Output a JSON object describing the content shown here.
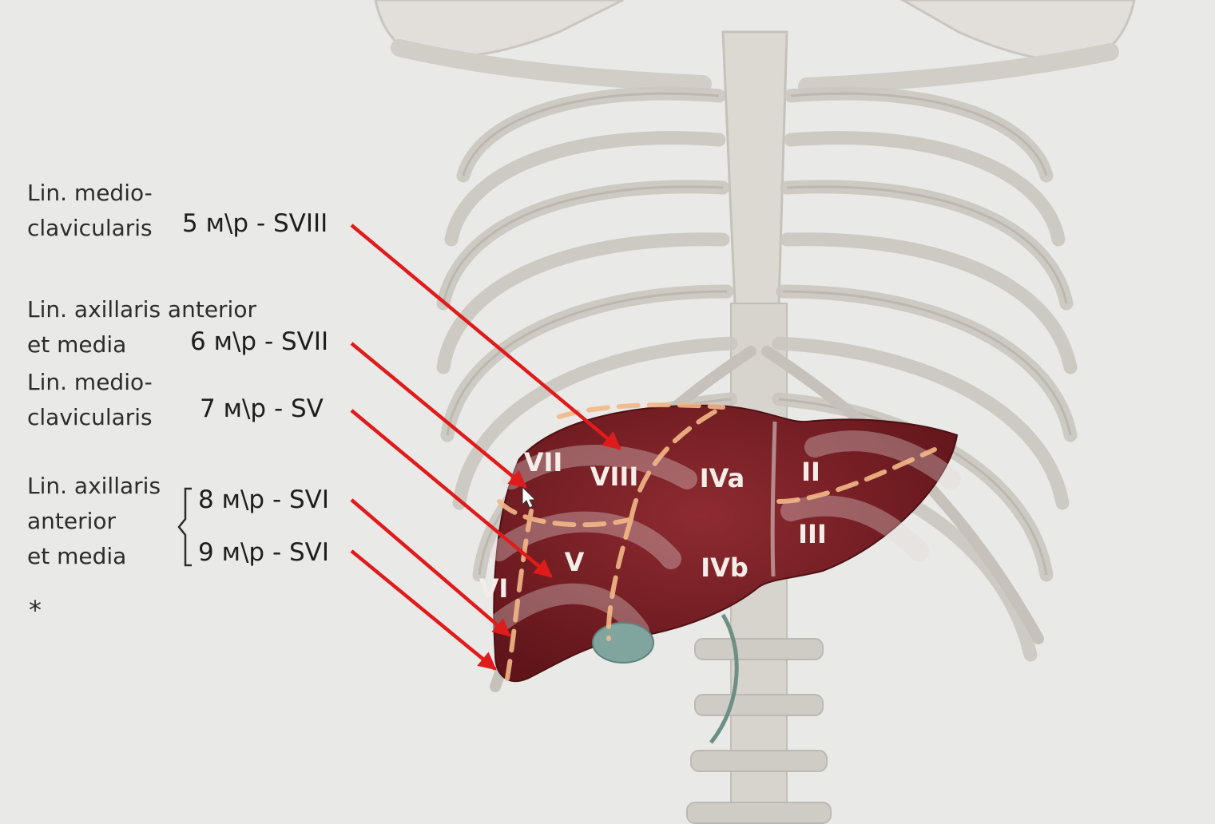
{
  "left_labels": {
    "l1a": "Lin. medio-",
    "l1b": "clavicularis",
    "l2a": "Lin. axillaris anterior",
    "l2b": "et media",
    "l3a": "Lin. medio-",
    "l3b": "clavicularis",
    "l4a": "Lin. axillaris",
    "l4b": "anterior",
    "l4c": "et media",
    "asterisk": "*"
  },
  "levels": [
    {
      "text": "5 м\\р -  SVIII"
    },
    {
      "text": "6 м\\р -  SVII"
    },
    {
      "text": "7 м\\р  - SV"
    },
    {
      "text": "8 м\\р - SVI"
    },
    {
      "text": "9 м\\р - SVI"
    }
  ],
  "segments": {
    "s7": "VII",
    "s8": "VIII",
    "s4a": "IVa",
    "s2": "II",
    "s3": "III",
    "s5": "V",
    "s4b": "IVb",
    "s6": "VI"
  },
  "colors": {
    "background": "#e9e9e7",
    "bone": "#d8d5cf",
    "liver": "#7a1f24",
    "gallbladder": "#7fa59e",
    "arrow": "#e01b1b",
    "segment_border": "#f3b888",
    "segment_text": "#f4ede8"
  }
}
